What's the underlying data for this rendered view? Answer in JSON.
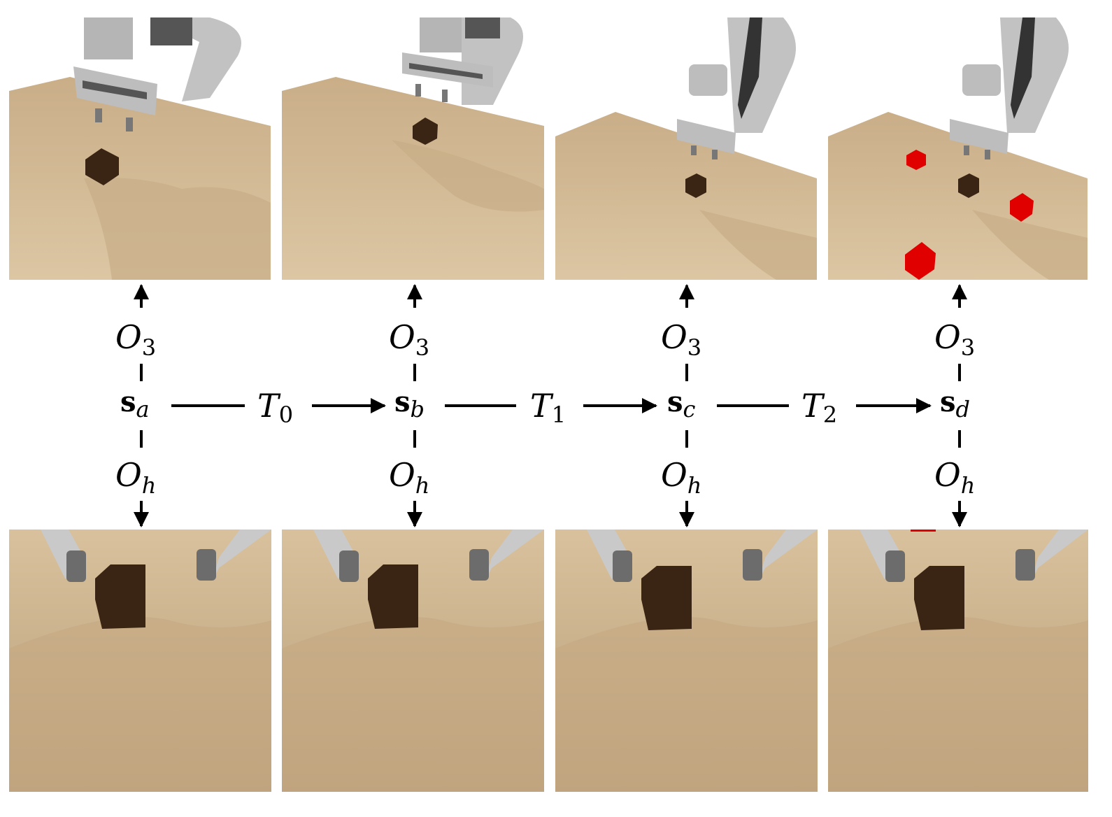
{
  "figure": {
    "states": [
      {
        "symbol": "s",
        "sub": "a"
      },
      {
        "symbol": "s",
        "sub": "b"
      },
      {
        "symbol": "s",
        "sub": "c"
      },
      {
        "symbol": "s",
        "sub": "d"
      }
    ],
    "transitions": [
      {
        "symbol": "T",
        "sub": "0"
      },
      {
        "symbol": "T",
        "sub": "1"
      },
      {
        "symbol": "T",
        "sub": "2"
      }
    ],
    "observation_top": {
      "symbol": "O",
      "sub": "3"
    },
    "observation_hand": {
      "symbol": "O",
      "sub": "h"
    },
    "colors": {
      "table": "#d6bd97",
      "table_shadow": "#c4a982",
      "robot": "#b9b9b9",
      "cube_brown": "#3a2413",
      "cube_red": "#e00000"
    }
  }
}
